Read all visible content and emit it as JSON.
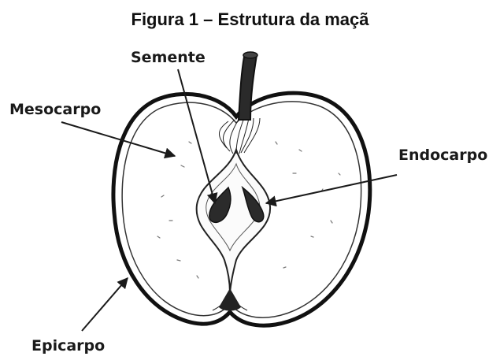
{
  "figure": {
    "title": "Figura 1 – Estrutura da maçã",
    "labels": {
      "semente": "Semente",
      "mesocarpo": "Mesocarpo",
      "endocarpo": "Endocarpo",
      "epicarpo": "Epicarpo"
    }
  }
}
